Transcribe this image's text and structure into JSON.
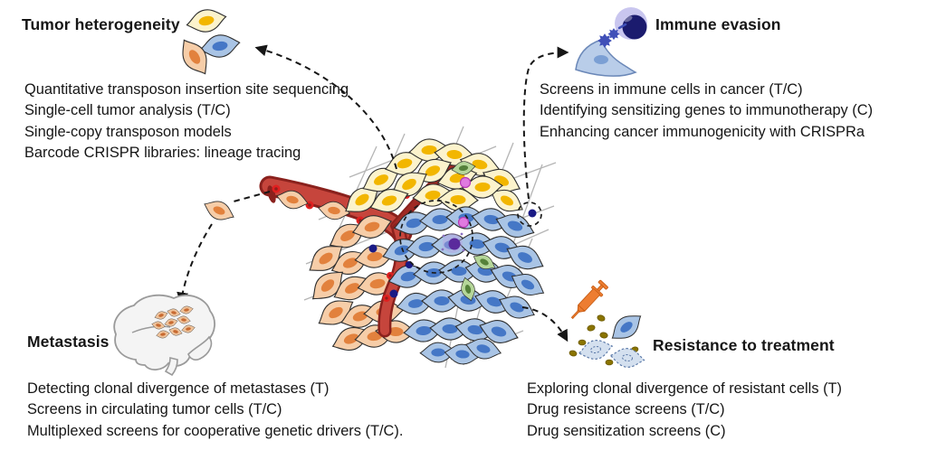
{
  "figure": {
    "description": "CRISPR/transposon screening applications across tumor biology"
  },
  "sections": {
    "tumor_heterogeneity": {
      "title": "Tumor heterogeneity",
      "items": [
        "Quantitative transposon insertion site sequencing",
        "Single-cell tumor analysis (T/C)",
        "Single-copy transposon models",
        "Barcode CRISPR libraries: lineage tracing"
      ]
    },
    "immune_evasion": {
      "title": "Immune evasion",
      "items": [
        "Screens in immune cells in cancer (T/C)",
        "Identifying sensitizing genes to immunotherapy (C)",
        "Enhancing cancer immunogenicity with CRISPRa"
      ]
    },
    "metastasis": {
      "title": "Metastasis",
      "items": [
        "Detecting clonal divergence of metastases (T)",
        "Screens in circulating tumor cells (T/C)",
        "Multiplexed screens for cooperative genetic drivers (T/C)."
      ]
    },
    "resistance_to_treatment": {
      "title": "Resistance to treatment",
      "items": [
        "Exploring clonal divergence of resistant cells (T)",
        "Drug resistance screens (T/C)",
        "Drug sensitization screens (C)"
      ]
    }
  },
  "icons": {
    "heterogeneous_cells_icon": "three-spindle-cells",
    "immune_evasion_icon": "t-cell-engaging-tumor-cell",
    "brain_icon": "brain-with-metastatic-colony",
    "syringe_icon": "drug-syringe",
    "resistant_cells_icon": "live-and-dying-cells"
  },
  "colors": {
    "yellow_cell": "#fcf3cc",
    "yellow_nucleus": "#f2b600",
    "orange_cell": "#f6cda8",
    "orange_nucleus": "#e2813d",
    "blue_cell": "#a9c4e5",
    "blue_nucleus": "#4577c6",
    "green_cell": "#b5d699",
    "green_nucleus": "#55813a",
    "vessel_red": "#c6453c",
    "vessel_dark": "#8a211d",
    "rbc_red": "#e02020",
    "immune_tcell_navy": "#1b1b6e",
    "immune_halo": "#c9c6ef",
    "immune_cell_blue": "#b9cde9",
    "syringe_orange": "#ed7d31",
    "droplet_olive": "#8a7400",
    "matrix_gray": "#b5b5b5",
    "brain_gray": "#9a9a9a",
    "text": "#161616"
  }
}
